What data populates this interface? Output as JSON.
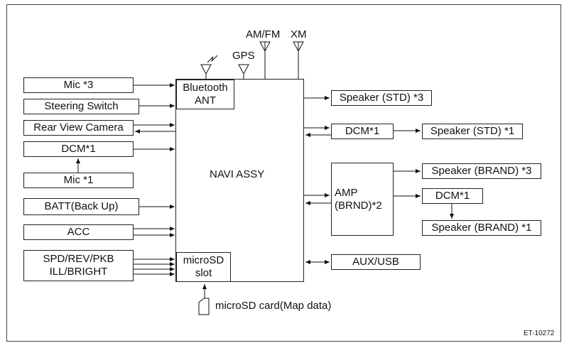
{
  "antennas": {
    "gps": "GPS",
    "amfm": "AM/FM",
    "xm": "XM"
  },
  "navi": {
    "title": "NAVI ASSY",
    "bluetooth": "Bluetooth\nANT",
    "microsd_slot": "microSD\nslot",
    "microsd_card": "microSD card(Map data)"
  },
  "inputs": {
    "mic3": "Mic *3",
    "steering_switch": "Steering Switch",
    "rear_view_camera": "Rear View Camera",
    "dcm1": "DCM*1",
    "mic1": "Mic *1",
    "batt": "BATT(Back Up)",
    "acc": "ACC",
    "spd": "SPD/REV/PKB\nILL/BRIGHT"
  },
  "outputs": {
    "speaker_std3": "Speaker (STD) *3",
    "dcm1": "DCM*1",
    "speaker_std1": "Speaker (STD) *1",
    "amp": "AMP\n(BRND)*2",
    "speaker_brand3": "Speaker (BRAND) *3",
    "dcm1_b": "DCM*1",
    "speaker_brand1": "Speaker (BRAND) *1",
    "aux_usb": "AUX/USB"
  },
  "figure_id": "ET-10272"
}
